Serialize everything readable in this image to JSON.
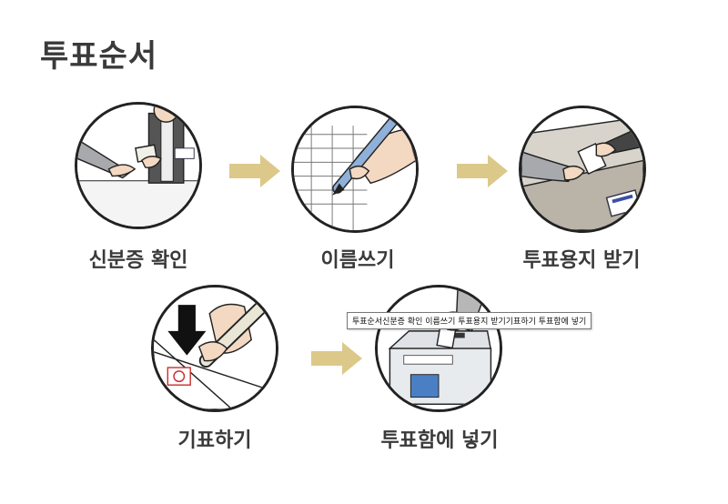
{
  "title": "투표순서",
  "steps": [
    {
      "label": "신분증 확인",
      "icon": "id-check-icon"
    },
    {
      "label": "이름쓰기",
      "icon": "signing-pen-icon"
    },
    {
      "label": "투표용지 받기",
      "icon": "receive-ballot-icon"
    },
    {
      "label": "기표하기",
      "icon": "stamp-ballot-icon"
    },
    {
      "label": "투표함에 넣기",
      "icon": "ballot-box-icon"
    }
  ],
  "tooltip": "투표순서신분증 확인 이름쓰기 투표용지 받기기표하기 투표함에 넣기",
  "accent_arrow_color": "#dcc98a"
}
